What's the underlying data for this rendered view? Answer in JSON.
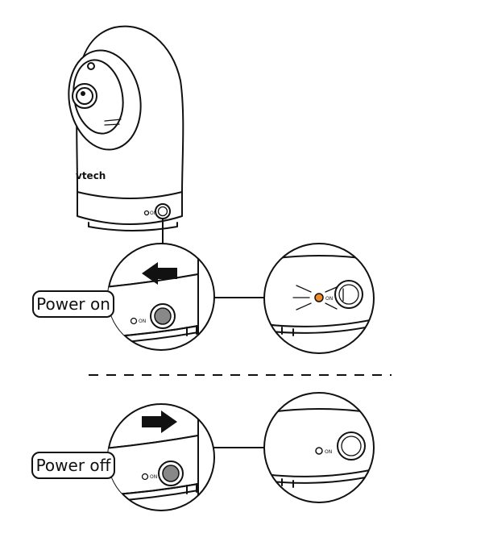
{
  "camera": {
    "brand": "vtech",
    "button_marking": "ON"
  },
  "steps": [
    {
      "label": "Power on",
      "arrow_direction": "left",
      "led": "lit",
      "led_color": "#ef8a2b",
      "button_marking": "ON"
    },
    {
      "label": "Power off",
      "arrow_direction": "right",
      "led": "off",
      "led_color": "#ffffff",
      "button_marking": "ON"
    }
  ],
  "colors": {
    "line": "#111111",
    "arrow": "#111111",
    "background": "#ffffff"
  }
}
